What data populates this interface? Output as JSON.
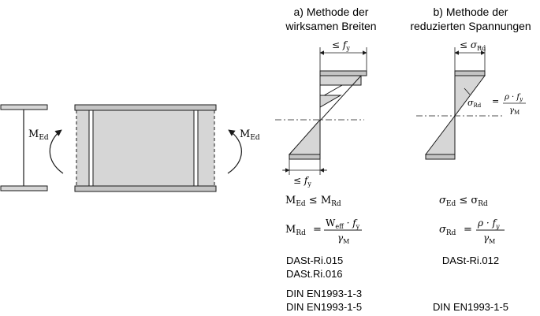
{
  "colors": {
    "line": "#1a1a1a",
    "fill_light": "#d6d6d6",
    "fill_flange": "#c4c4c4"
  },
  "headings": {
    "a_line1": "a) Methode der",
    "a_line2": "wirksamen Breiten",
    "b_line1": "b) Methode der",
    "b_line2": "reduzierten Spannungen"
  },
  "left": {
    "moment_left_main": "M",
    "moment_left_sub": "Ed",
    "moment_right_main": "M",
    "moment_right_sub": "Ed"
  },
  "diagram_a": {
    "fy_top_prefix": "≤ ",
    "fy_top_f": "f",
    "fy_top_sub": "y",
    "fy_bottom_prefix": "≤ ",
    "fy_bottom_f": "f",
    "fy_bottom_sub": "y"
  },
  "diagram_b": {
    "sigma_top_prefix": "≤ ",
    "sigma_top_sym": "σ",
    "sigma_top_sub": "Rd",
    "sigma_label_sym": "σ",
    "sigma_label_sub": "Rd",
    "sigma_label_eq": "=",
    "sigma_num_rho": "ρ · f",
    "sigma_num_sub": "y",
    "sigma_den": "γ",
    "sigma_den_sub": "M"
  },
  "formulas_a": {
    "f1_lhs": "M",
    "f1_lhs_sub": "Ed",
    "f1_op": " ≤ M",
    "f1_rhs_sub": "Rd",
    "f2_lhs": "M",
    "f2_lhs_sub": "Rd",
    "f2_eq": "=",
    "f2_num": "W",
    "f2_num_sub": "eff",
    "f2_num_rest": " · f",
    "f2_num_sub2": "y",
    "f2_den": "γ",
    "f2_den_sub": "M"
  },
  "formulas_b": {
    "f1_lhs": "σ",
    "f1_lhs_sub": "Ed",
    "f1_op": " ≤ σ",
    "f1_rhs_sub": "Rd",
    "f2_lhs": "σ",
    "f2_lhs_sub": "Rd",
    "f2_eq": "=",
    "f2_num": "ρ · f",
    "f2_num_sub": "y",
    "f2_den": "γ",
    "f2_den_sub": "M"
  },
  "references_a": {
    "r1": "DASt-Ri.015",
    "r2": "DASt.Ri.016",
    "r3": "DIN EN1993-1-3",
    "r4": "DIN EN1993-1-5"
  },
  "references_b": {
    "r1": "DASt-Ri.012",
    "r2": "DIN EN1993-1-5"
  }
}
